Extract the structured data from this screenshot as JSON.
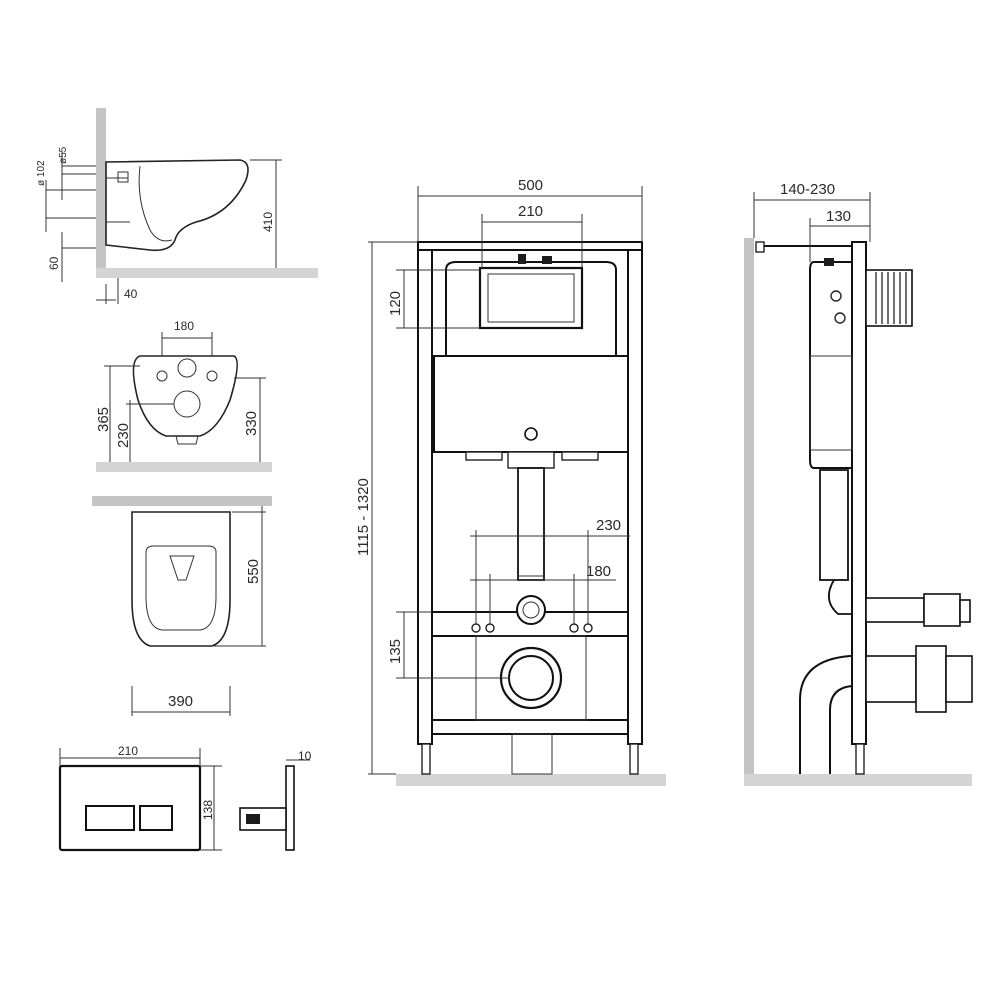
{
  "toilet_side": {
    "d55": "ø55",
    "d102": "ø 102",
    "h410": "410",
    "h60": "60",
    "w40": "40"
  },
  "toilet_back": {
    "w180": "180",
    "h365": "365",
    "h230": "230",
    "h330": "330"
  },
  "toilet_top": {
    "h550": "550",
    "w390": "390"
  },
  "flush_plate": {
    "w210": "210",
    "h138": "138",
    "d10": "10"
  },
  "frame_front": {
    "w500": "500",
    "w210": "210",
    "h120": "120",
    "h1115": "1115 - 1320",
    "w230": "230",
    "w180": "180",
    "h135": "135"
  },
  "frame_side": {
    "d140_230": "140-230",
    "d130": "130"
  }
}
